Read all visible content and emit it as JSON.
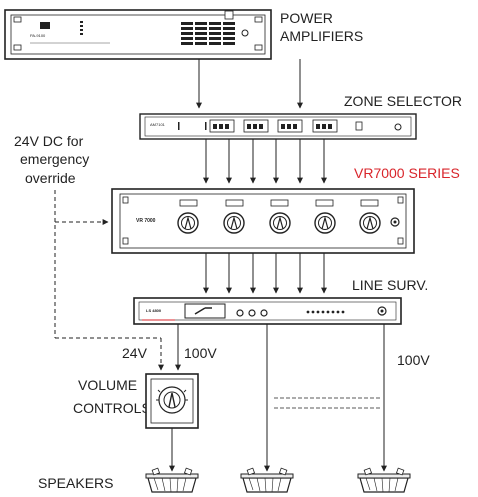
{
  "diagram": {
    "labels": {
      "power_amplifiers_line1": "POWER",
      "power_amplifiers_line2": "AMPLIFIERS",
      "zone_selector": "ZONE SELECTOR",
      "emergency_line1": "24V DC for",
      "emergency_line2": "emergency",
      "emergency_line3": "override",
      "vr7000_series": "VR7000 SERIES",
      "line_surv": "LINE SURV.",
      "volt_24": "24V",
      "volt_100_left": "100V",
      "volt_100_right": "100V",
      "volume_line1": "VOLUME",
      "volume_line2": "CONTROLS",
      "speakers": "SPEAKERS"
    },
    "device_labels": {
      "amplifier": "PA-9100",
      "zone_selector": "AM7101",
      "vr7000": "VR 7000",
      "line_surv": "LS 4800"
    },
    "colors": {
      "vr7000_series": "#d9252b",
      "line": "#222222"
    }
  }
}
